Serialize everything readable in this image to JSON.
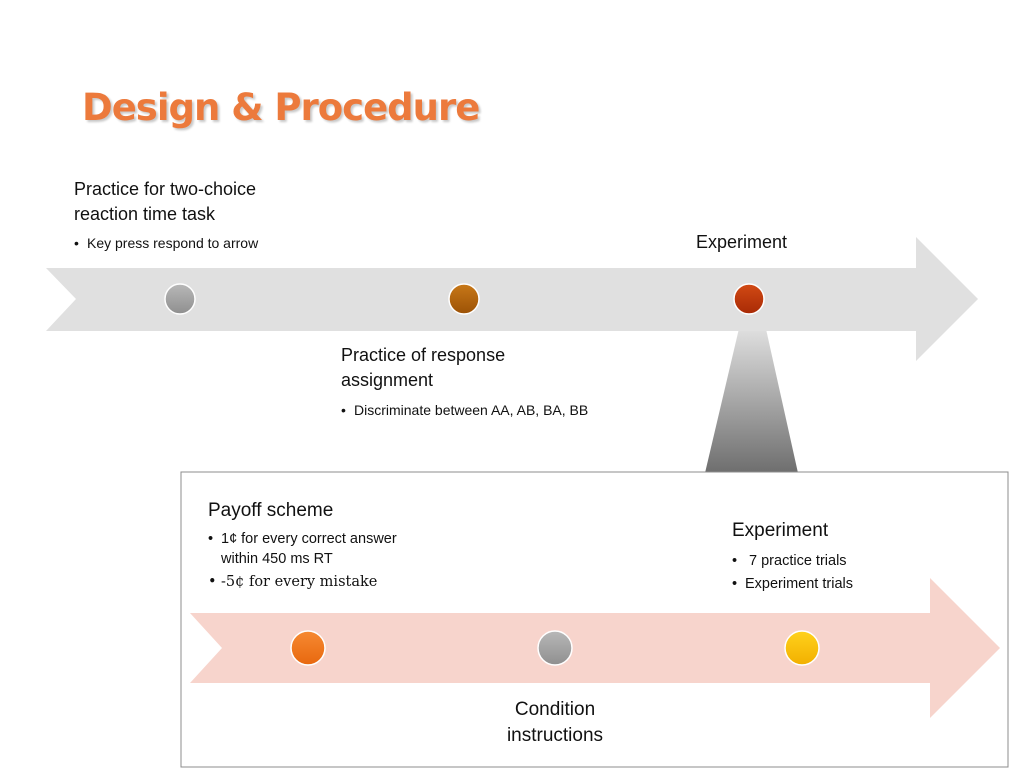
{
  "title": "Design & Procedure",
  "colors": {
    "title": "#ec7a3c",
    "main_arrow": "#e0e0e0",
    "sub_arrow": "#f7d4cc",
    "dot_gray": "#a6a6a6",
    "dot_brown": "#b5650f",
    "dot_red": "#c0370c",
    "dot_orange": "#f07a22",
    "dot_yellow": "#fcc200"
  },
  "main_timeline": {
    "step1": {
      "heading": "Practice for two-choice reaction time task",
      "bullets": [
        "Key press respond to arrow"
      ]
    },
    "step2": {
      "heading": "Practice of response assignment",
      "bullets": [
        "Discriminate between AA, AB, BA, BB"
      ]
    },
    "step3": {
      "heading": "Experiment"
    }
  },
  "detail_timeline": {
    "step1": {
      "heading": "Payoff scheme",
      "bullets": [
        "1¢ for every correct answer within 450 ms RT",
        "-5¢ for every mistake"
      ]
    },
    "step2": {
      "heading": "Condition instructions"
    },
    "step3": {
      "heading": "Experiment",
      "bullets": [
        " 7 practice trials",
        "Experiment trials"
      ]
    }
  }
}
